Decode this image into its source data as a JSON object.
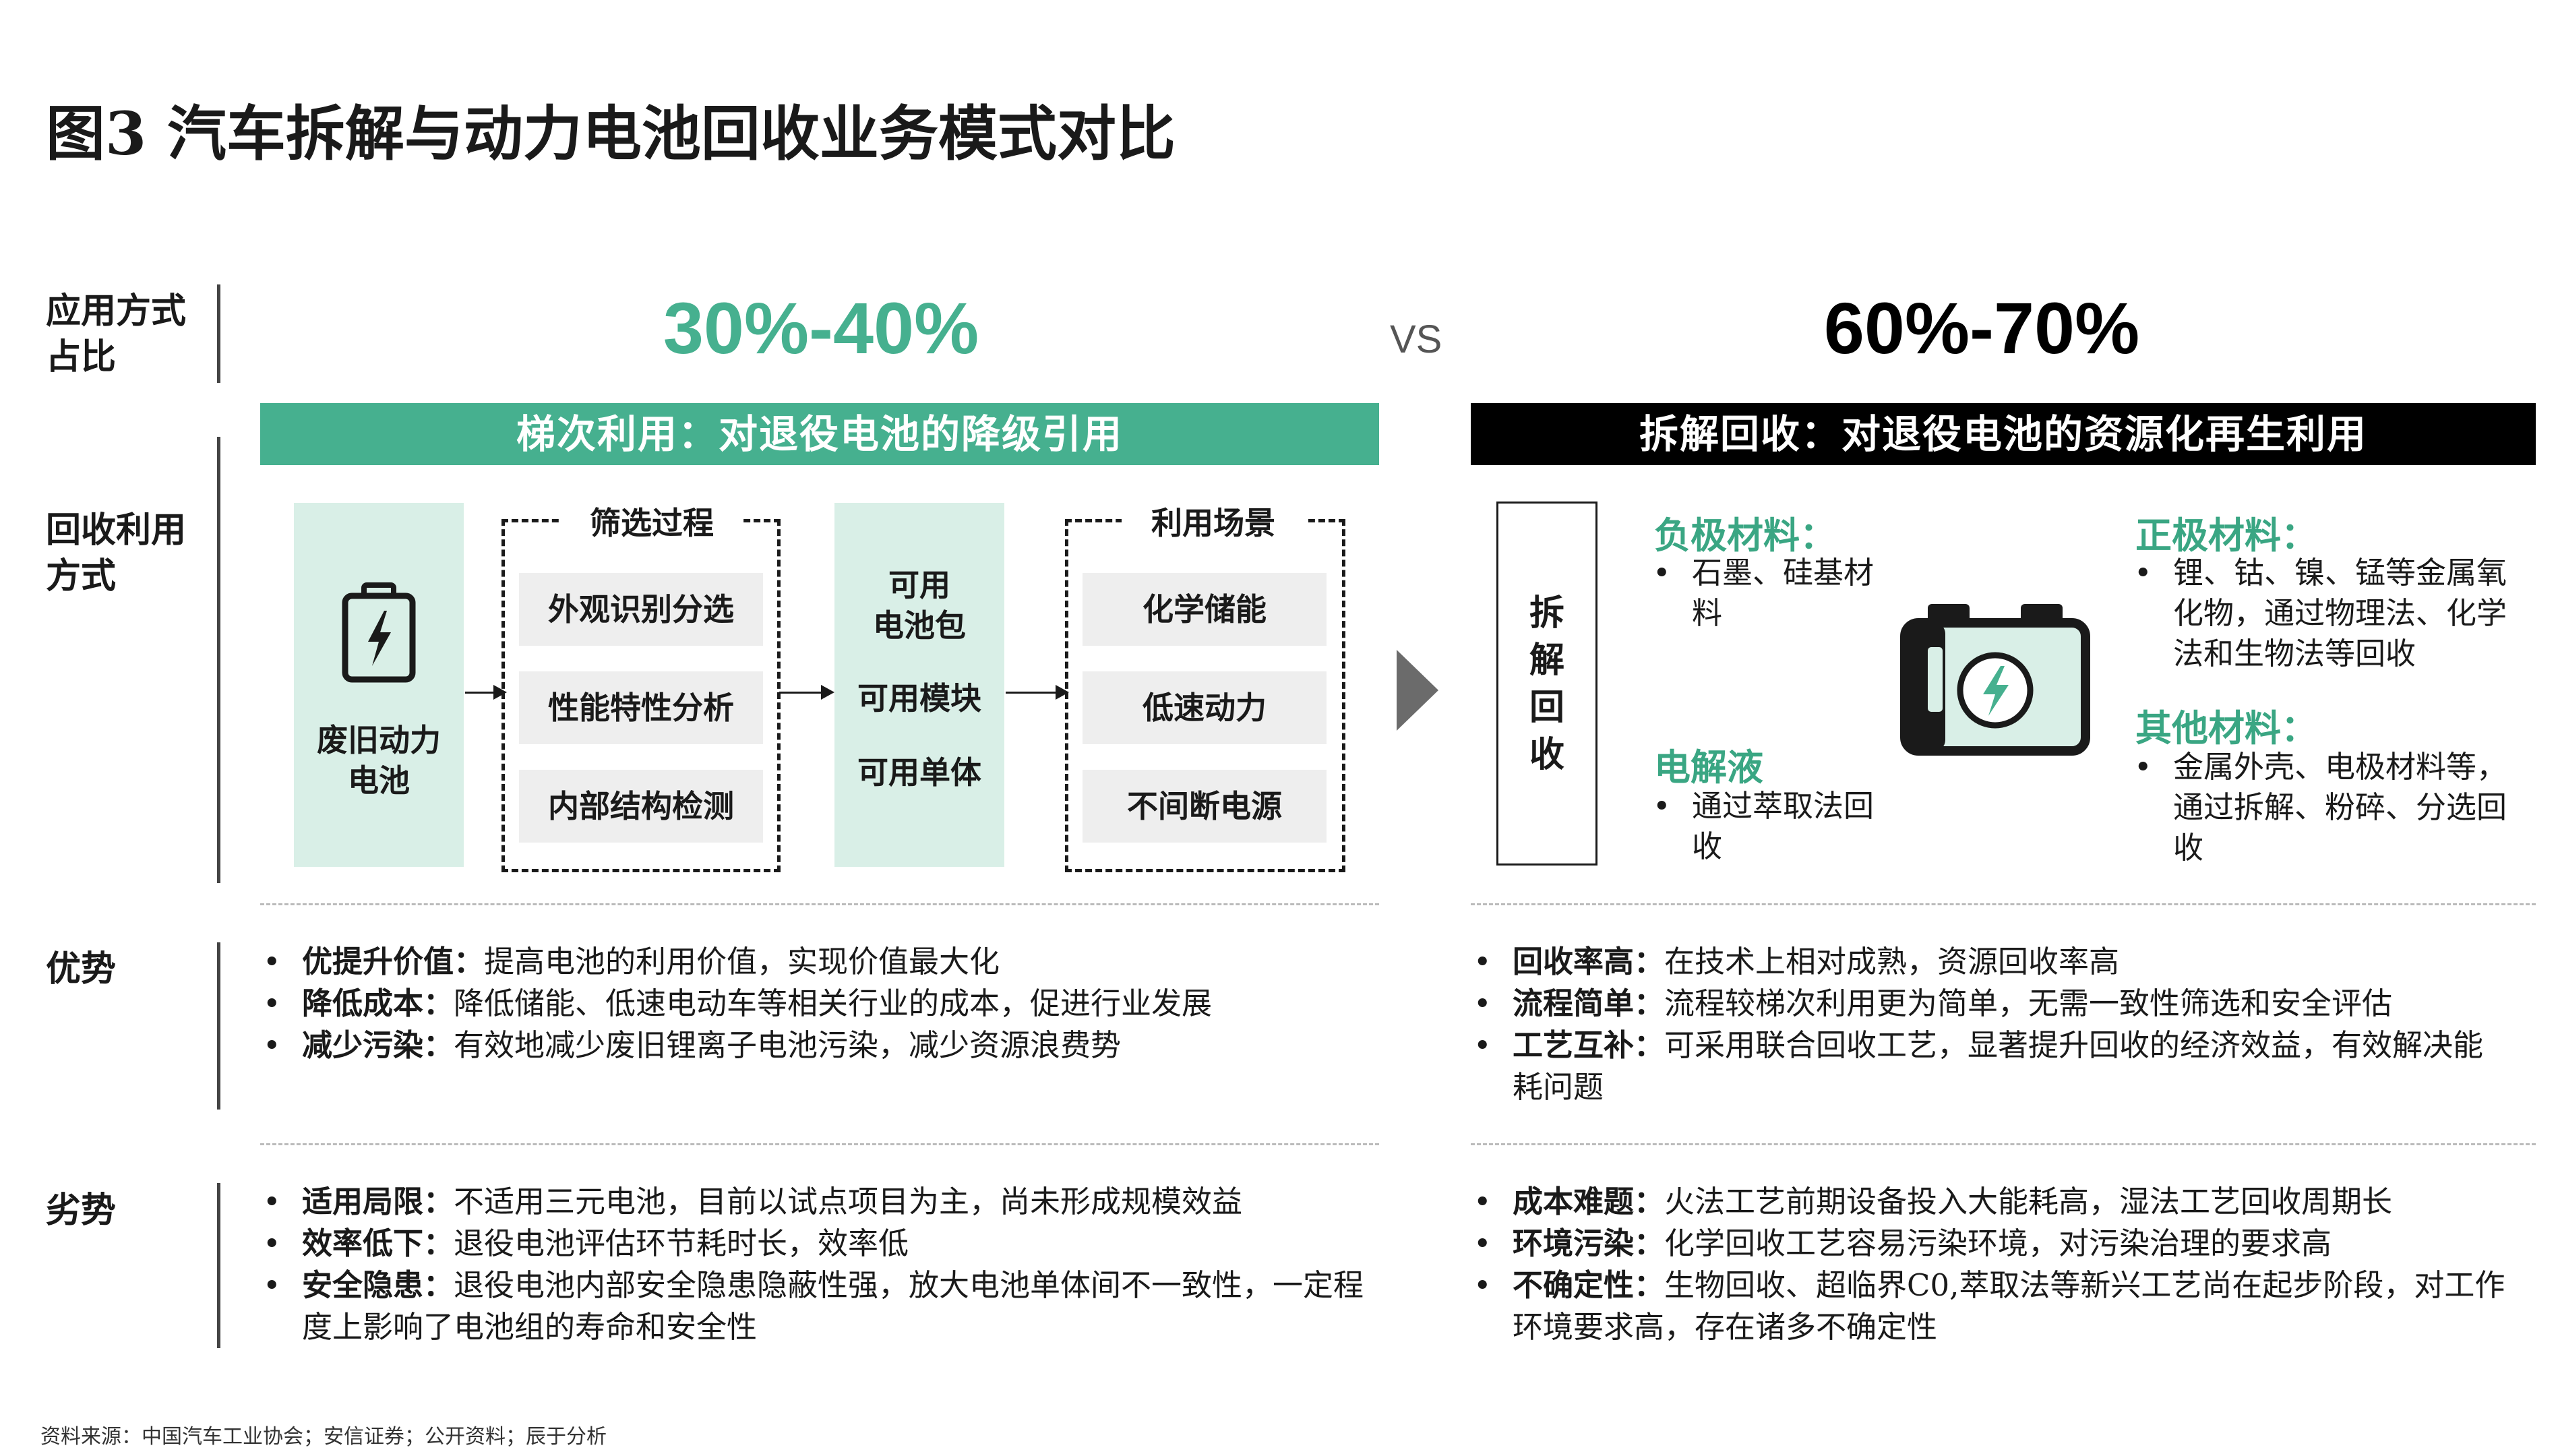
{
  "title": "图3 汽车拆解与动力电池回收业务模式对比",
  "row_labels": {
    "share": [
      "应用方式",
      "占比"
    ],
    "method": [
      "回收利用",
      "方式"
    ],
    "advantage": "优势",
    "disadvantage": "劣势"
  },
  "vs": "VS",
  "left": {
    "percent": "30%-40%",
    "header": "梯次利用：对退役电池的降级引用",
    "battery_label": [
      "废旧动力",
      "电池"
    ],
    "screening": {
      "title": "筛选过程",
      "items": [
        "外观识别分选",
        "性能特性分析",
        "内部结构检测"
      ]
    },
    "usable": [
      "可用",
      "电池包",
      "可用模块",
      "可用单体"
    ],
    "scenarios": {
      "title": "利用场景",
      "items": [
        "化学储能",
        "低速动力",
        "不间断电源"
      ]
    },
    "advantages": [
      {
        "k": "优提升价值：",
        "v": "提高电池的利用价值，实现价值最大化"
      },
      {
        "k": "降低成本：",
        "v": "降低储能、低速电动车等相关行业的成本，促进行业发展"
      },
      {
        "k": "减少污染：",
        "v": "有效地减少废旧锂离子电池污染，减少资源浪费势"
      }
    ],
    "disadvantages": [
      {
        "k": "适用局限：",
        "v": "不适用三元电池，目前以试点项目为主，尚未形成规模效益"
      },
      {
        "k": "效率低下：",
        "v": "退役电池评估环节耗时长，效率低"
      },
      {
        "k": "安全隐患：",
        "v": "退役电池内部安全隐患隐蔽性强，放大电池单体间不一致性，一定程度上影响了电池组的寿命和安全性"
      }
    ]
  },
  "right": {
    "percent": "60%-70%",
    "header": "拆解回收：对退役电池的资源化再生利用",
    "box_label": [
      "拆",
      "解",
      "回",
      "收"
    ],
    "anode": {
      "title": "负极材料：",
      "text": "石墨、硅基材料"
    },
    "electrolyte": {
      "title": "电解液",
      "text": "通过萃取法回收"
    },
    "cathode": {
      "title": "正极材料：",
      "text": "锂、钴、镍、锰等金属氧化物，通过物理法、化学法和生物法等回收"
    },
    "other": {
      "title": "其他材料：",
      "text": "金属外壳、电极材料等，通过拆解、粉碎、分选回收"
    },
    "advantages": [
      {
        "k": "回收率高：",
        "v": "在技术上相对成熟，资源回收率高"
      },
      {
        "k": "流程简单：",
        "v": "流程较梯次利用更为简单，无需一致性筛选和安全评估"
      },
      {
        "k": "工艺互补：",
        "v": "可采用联合回收工艺，显著提升回收的经济效益，有效解决能耗问题"
      }
    ],
    "disadvantages": [
      {
        "k": "成本难题：",
        "v": "火法工艺前期设备投入大能耗高，湿法工艺回收周期长"
      },
      {
        "k": "环境污染：",
        "v": "化学回收工艺容易污染环境，对污染治理的要求高"
      },
      {
        "k": "不确定性：",
        "v": "生物回收、超临界C0,萃取法等新兴工艺尚在起步阶段，对工作环境要求高，存在诸多不确定性"
      }
    ]
  },
  "footer": "资料来源：中国汽车工业协会；安信证券；公开资料；辰于分析",
  "colors": {
    "green": "#46b08f",
    "green_light": "#d9efe7",
    "black": "#000000",
    "grey_box": "#eeeeee"
  }
}
